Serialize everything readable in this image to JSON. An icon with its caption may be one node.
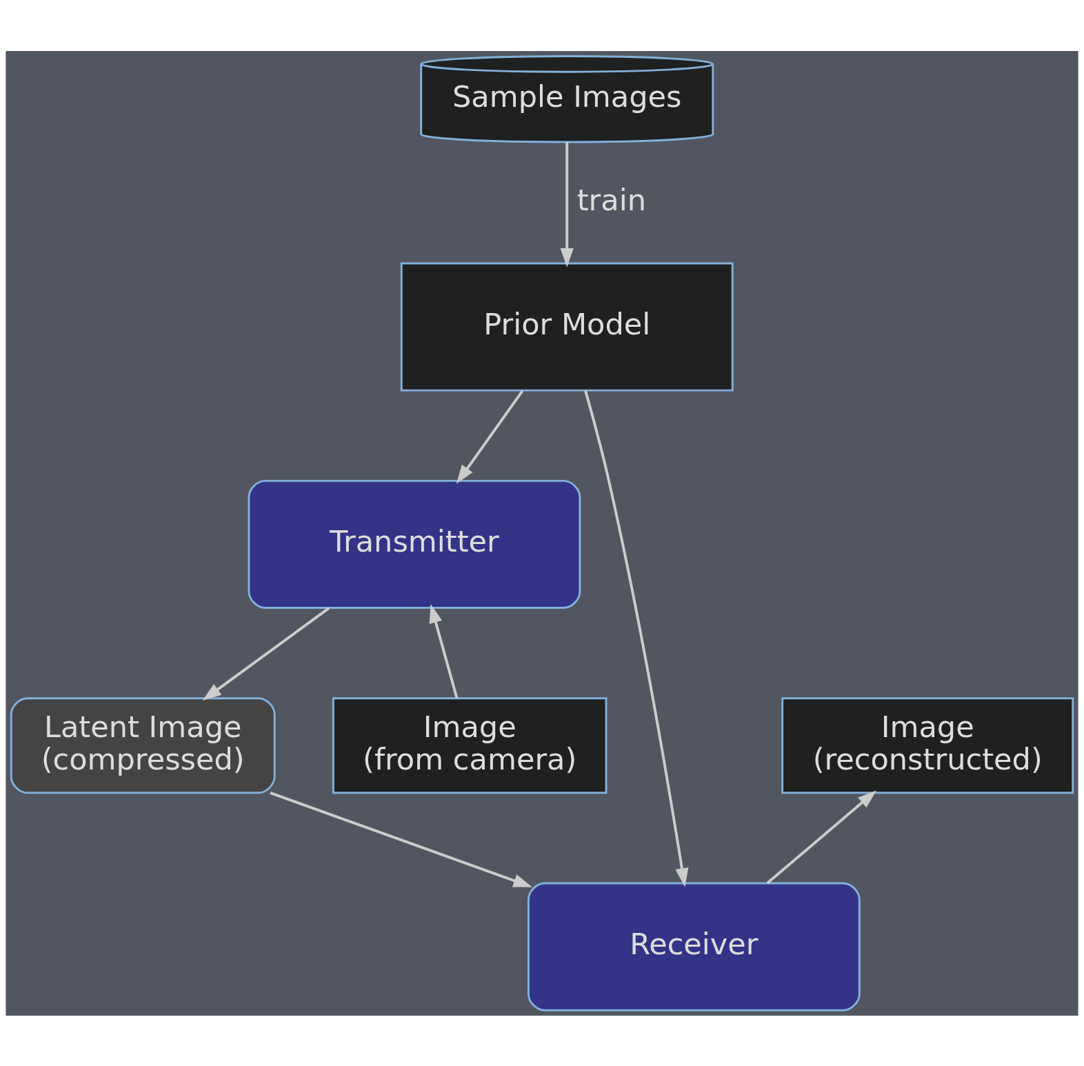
{
  "diagram": {
    "nodes": [
      {
        "text": [
          "Sample Images"
        ]
      },
      {
        "text": [
          "Prior Model"
        ]
      },
      {
        "text": [
          "Transmitter"
        ]
      },
      {
        "text": [
          "Receiver"
        ]
      },
      {
        "text": [
          "Image (from camera)"
        ]
      },
      {
        "text": [
          "Latent Image (compressed)"
        ]
      },
      {
        "text": [
          "Image (reconstructed)"
        ]
      }
    ],
    "edges": [
      {
        "from": 0,
        "to": 1,
        "arrow": "to",
        "label": "train"
      },
      {
        "from": 1,
        "to": 2,
        "arrow": "to"
      },
      {
        "from": 1,
        "to": 3,
        "arrow": "to"
      },
      {
        "from": 4,
        "to": 2,
        "arrow": "to"
      },
      {
        "from": 2,
        "to": 5,
        "arrow": "to"
      },
      {
        "from": 5,
        "to": 3,
        "arrow": "to"
      },
      {
        "from": 3,
        "to": 6,
        "arrow": "to"
      }
    ]
  }
}
